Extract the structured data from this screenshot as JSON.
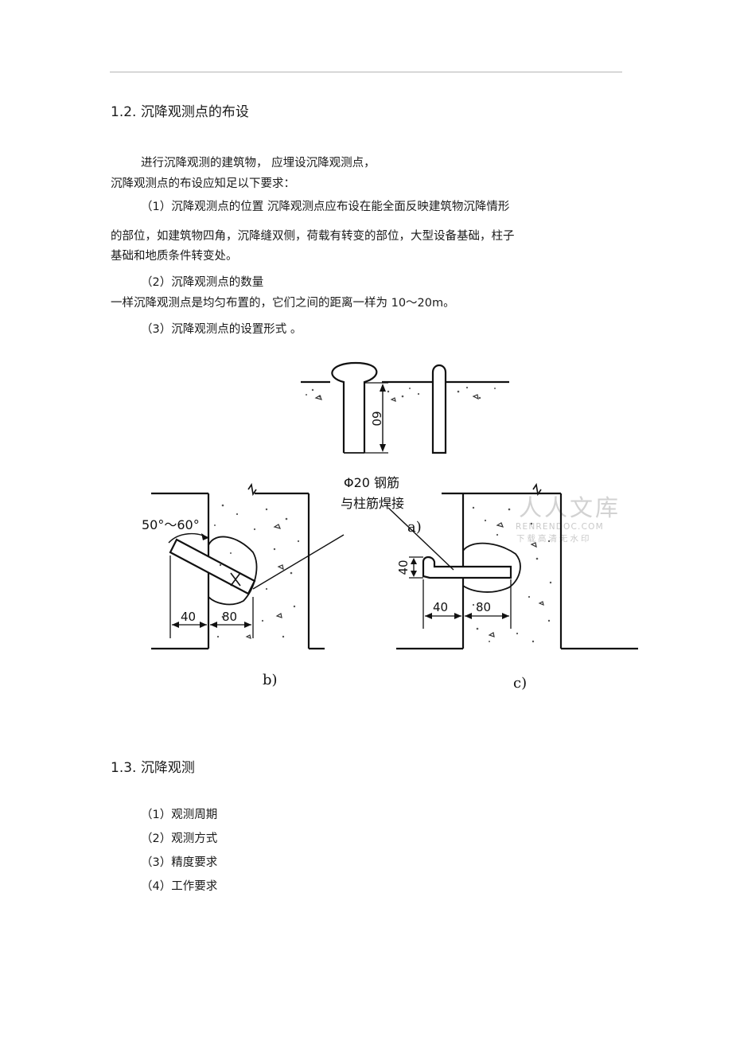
{
  "section_12": {
    "title": "1.2. 沉降观测点的布设",
    "intro_line1": "进行沉降观测的建筑物，   应埋设沉降观测点，",
    "intro_line2": "沉降观测点的布设应知足以下要求：",
    "item1_line1": "（1）沉降观测点的位置      沉降观测点应布设在能全面反映建筑物沉降情形",
    "item1_line2": "的部位，如建筑物四角，沉降缝双侧，荷载有转变的部位，大型设备基础，柱子",
    "item1_line3": "基础和地质条件转变处。",
    "item2_title": "（2）沉降观测点的数量",
    "item2_text": "一样沉降观测点是均匀布置的，它们之间的距离一样为 10～20m。",
    "item3_title": "（3）沉降观测点的设置形式      。"
  },
  "figure": {
    "label_a": "a)",
    "label_b": "b)",
    "label_c": "c)",
    "dim_60": "60",
    "dim_40_b": "40",
    "dim_80_b": "80",
    "dim_40_c": "40",
    "dim_40_side": "40",
    "dim_80_c": "80",
    "angle": "50°～60°",
    "callout_line1": "Φ20 钢筋",
    "callout_line2": "与柱筋焊接"
  },
  "watermark": {
    "title": "人人文库",
    "domain": "RENRENDOC.COM",
    "slogan": "下载高清无水印"
  },
  "section_13": {
    "title": "1.3. 沉降观测",
    "items": [
      "（1）观测周期",
      "（2）观测方式",
      "（3）精度要求",
      "（4）工作要求"
    ]
  }
}
